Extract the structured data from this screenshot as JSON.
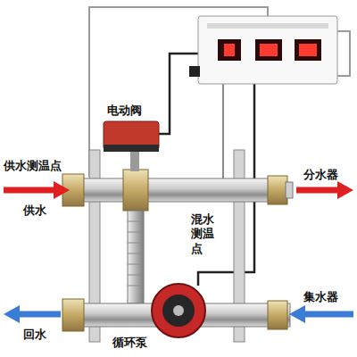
{
  "diagram": {
    "labels": [
      "电动阀",
      "供水测温点",
      "供水",
      "分水器",
      "混水测温点",
      "集水器",
      "回水",
      "循环泵"
    ]
  }
}
